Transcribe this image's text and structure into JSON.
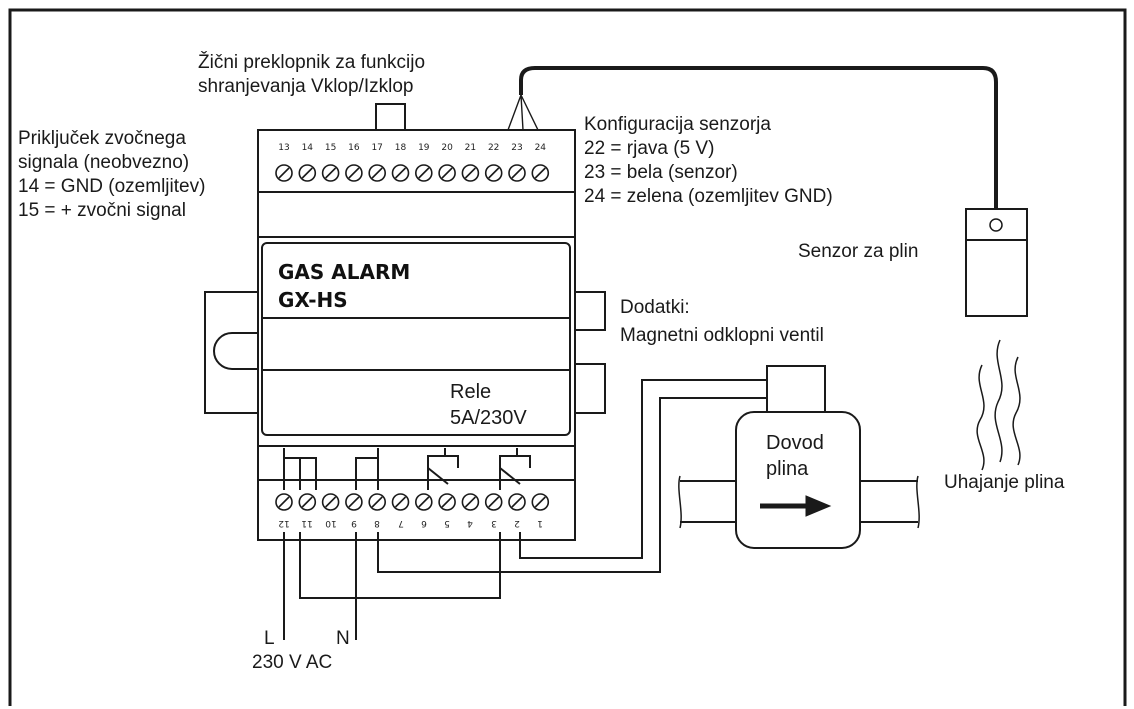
{
  "labels": {
    "switch_line1": "Žični preklopnik za funkcijo",
    "switch_line2": "shranjevanja Vklop/Izklop",
    "buzzer_line1": "Priključek zvočnega",
    "buzzer_line2": "signala (neobvezno)",
    "buzzer_line3": "14 = GND (ozemljitev)",
    "buzzer_line4": "15 = + zvočni signal",
    "sensor_cfg_title": "Konfiguracija senzorja",
    "sensor_cfg_22": "22 = rjava (5 V)",
    "sensor_cfg_23": "23 = bela (senzor)",
    "sensor_cfg_24": "24 = zelena (ozemljitev GND)",
    "sensor_name": "Senzor za plin",
    "accessories_title": "Dodatki:",
    "accessories_valve": "Magnetni odklopni ventil",
    "leak": "Uhajanje plina",
    "gas_supply_line1": "Dovod",
    "gas_supply_line2": "plina",
    "power_L": "L",
    "power_N": "N",
    "power_ac": "230 V AC"
  },
  "device": {
    "name_line1": "GAS ALARM",
    "name_line2": "GX-HS",
    "relay_line1": "Rele",
    "relay_line2": "5A/230V"
  },
  "terminals_top": [
    "13",
    "14",
    "15",
    "16",
    "17",
    "18",
    "19",
    "20",
    "21",
    "22",
    "23",
    "24"
  ],
  "terminals_bottom": [
    "12",
    "11",
    "10",
    "9",
    "8",
    "7",
    "6",
    "5",
    "4",
    "3",
    "2",
    "1"
  ],
  "colors": {
    "line": "#1a1a1a",
    "background": "#ffffff"
  }
}
